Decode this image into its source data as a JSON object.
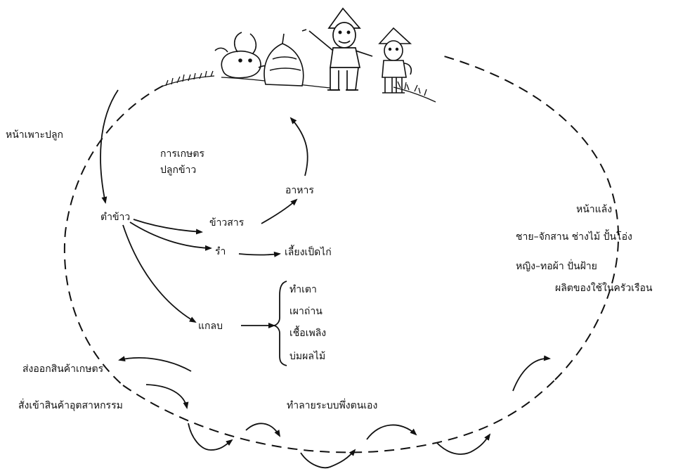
{
  "labels": {
    "planting_season": "หน้าเพาะปลูก",
    "agriculture_line1": "การเกษตร",
    "agriculture_line2": "ปลูกข้าว",
    "food": "อาหาร",
    "threshing": "ตำข้าว",
    "rice": "ข้าวสาร",
    "bran": "รำ",
    "raise_poultry": "เลี้ยงเป็ดไก่",
    "husk": "แกลบ",
    "husk_uses": [
      "ทำเตา",
      "เผาถ่าน",
      "เชื้อเพลิง",
      "บ่มผลไม้"
    ],
    "dry_season": "หน้าแล้ง",
    "men_work": "ชาย–จักสาน ช่างไม้ ปั้นโอ่ง",
    "women_work": "หญิง–ทอผ้า ปั่นฝ้าย",
    "household_goods": "ผลิตของใช้ในครัวเรือน",
    "export": "ส่งออกสินค้าเกษตร",
    "import": "สั่งเข้าสินค้าอุตสาหกรรม",
    "destroy_self_sufficiency": "ทำลายระบบพึ่งตนเอง"
  },
  "illustration": {
    "items": [
      "buffalo",
      "haystack",
      "farmer-adult",
      "farmer-child",
      "grass"
    ]
  }
}
